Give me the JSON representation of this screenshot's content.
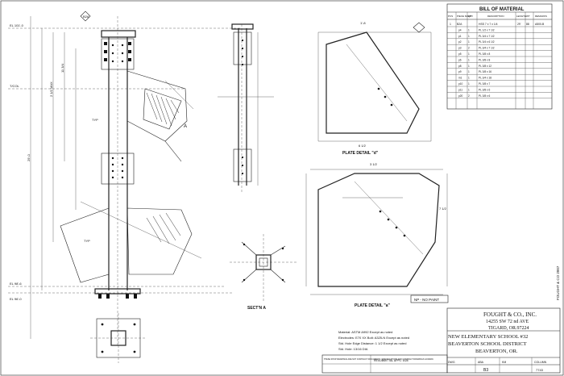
{
  "bom": {
    "title": "BILL OF MATERIAL",
    "headers": [
      "PCS",
      "PIECE MARK",
      "QTY",
      "DESCRIPTION",
      "LENGTH",
      "WT",
      "REMARKS"
    ],
    "first_row": {
      "pcs": "1",
      "mark": "B2A",
      "desc": "HSS 7 x 7 x 1/4",
      "length": "29'",
      "wt": "88",
      "remarks": "A500-B"
    },
    "rows": [
      [
        "1",
        "p4",
        "PL 1/2 x 7 1/2"
      ],
      [
        "1",
        "p1",
        "PL 3/4 x 7 1/2"
      ],
      [
        "1",
        "p2",
        "PL 3/4 x 6 1/2"
      ],
      [
        "2",
        "p3",
        "PL 3/4 x 7 1/2"
      ],
      [
        "1",
        "p5",
        "PL 3/8 x 8"
      ],
      [
        "1",
        "p6",
        "PL 3/8 x 8"
      ],
      [
        "1",
        "p8",
        "PL 3/8 x 12"
      ],
      [
        "1",
        "p9",
        "PL 3/8 x 16"
      ],
      [
        "1",
        "m1",
        "PL 3/4 x 18"
      ],
      [
        "1",
        "p10",
        "PL 3/8 x 7"
      ],
      [
        "1",
        "p11",
        "PL 3/8 x 6"
      ],
      [
        "2",
        "p20",
        "PL 3/8 x 6"
      ]
    ]
  },
  "labels": {
    "plate_d": "PLATE DETAIL \"d\"",
    "plate_a": "PLATE DETAIL \"a\"",
    "section_a": "SECT'N A",
    "np_note": "NP - NO PAINT",
    "col_mark": "B2A",
    "typ": "TYP",
    "typ2": "TYP",
    "mk_arrow": "A",
    "section_mark": "A"
  },
  "notes": {
    "line1": "Material: ASTM A992 Except as noted",
    "line2": "Electrodes: E70 XX   Bolt: A325-N Except as noted",
    "line3": "Std. Hole Edge Distance: 1 1/2   Except as noted",
    "line4": "Std. Hole: 13/16 DIA"
  },
  "title_block": {
    "company": "FOUGHT & CO., INC.",
    "address1": "14255 SW 72 nd AVE",
    "address2": "TIGARD, OR.97224",
    "project1": "NEW ELEMENTARY SCHOOL #32",
    "project2": "BEAVERTON SCHOOL DISTRICT",
    "project3": "BEAVERTON, OR.",
    "approval": "RESUBMITTAL APPL: 5/28",
    "drawn": "DWG",
    "by": "ABA",
    "checked": "KM",
    "desc": "COLUMN",
    "sheet": "B3",
    "job": "7743",
    "copyright": "FOUGHT & CO 2007",
    "disclaimer": "THESE SHOP DRAWINGS ARE NOT CONTRACT DOCUMENTS. SPECIFICATIONS AND CONTRACT DRAWINGS GOVERN."
  },
  "elevations": [
    "EL 101'-0",
    "T/COL",
    "EL 98'-6",
    "EL 96'-0"
  ],
  "dims": {
    "d1": "3 1/2",
    "d2": "7 1/2",
    "d3": "11 3/4",
    "d4": "1'-8",
    "d5": "6 1/2",
    "d6": "29'-0",
    "d7": "2 1/2 MAX"
  }
}
